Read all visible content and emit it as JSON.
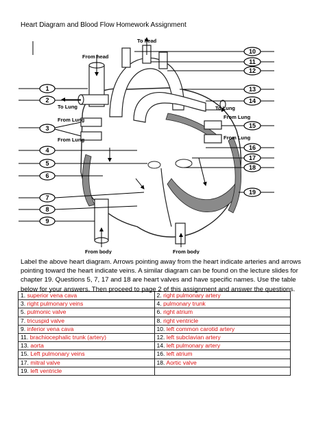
{
  "document": {
    "title": "Heart Diagram and Blood Flow Homework Assignment",
    "description": "Label the above heart diagram. Arrows pointing away from the heart indicate arteries and arrows pointing toward the heart indicate veins.  A similar diagram can be found on the lecture slides for chapter 19. Questions 5, 7, 17 and 18 are heart valves and have specific names. Use the table below for your answers.  Then proceed to page 2 of this assignment and answer the questions."
  },
  "diagram_labels": {
    "to_head": "To head",
    "from_head": "From head",
    "to_lung_left": "To Lung",
    "from_lung_left_1": "From Lung",
    "from_lung_left_2": "From Lung",
    "to_lung_right": "To Lung",
    "from_lung_right_1": "From Lung",
    "from_lung_right_2": "From Lung",
    "from_body_1": "From body",
    "from_body_2": "From body",
    "numbers_left": [
      "1",
      "2",
      "3",
      "4",
      "5",
      "6",
      "7",
      "8",
      "9"
    ],
    "numbers_right": [
      "10",
      "11",
      "12",
      "13",
      "14",
      "15",
      "16",
      "17",
      "18",
      "19"
    ]
  },
  "answers": [
    {
      "left_num": "1.",
      "left_text": "superior vena cava",
      "right_num": "2.",
      "right_text": "right pulmonary artery"
    },
    {
      "left_num": "3.",
      "left_text": "right pulmonary veins",
      "right_num": "4.",
      "right_text": "pulmonary trunk"
    },
    {
      "left_num": "5.",
      "left_text": "pulmonic valve",
      "right_num": "6.",
      "right_text": "right atrium"
    },
    {
      "left_num": "7.",
      "left_text": "tricuspid valve",
      "right_num": "8.",
      "right_text": "right ventricle"
    },
    {
      "left_num": "9.",
      "left_text": "inferior vena cava",
      "right_num": "10.",
      "right_text": "left common carotid artery"
    },
    {
      "left_num": "11.",
      "left_text": "brachiocephalic trunk (artery)",
      "right_num": "12.",
      "right_text": "left subclavian artery"
    },
    {
      "left_num": "13.",
      "left_text": "aorta",
      "right_num": "14.",
      "right_text": "left pulmonary artery"
    },
    {
      "left_num": "15.",
      "left_text": "Left pulmonary veins",
      "right_num": "16.",
      "right_text": "left atrium"
    },
    {
      "left_num": "17.",
      "left_text": "mitral valve",
      "right_num": "18.",
      "right_text": "Aortic valve"
    },
    {
      "left_num": "19.",
      "left_text": "left ventricle",
      "right_num": "",
      "right_text": ""
    }
  ]
}
